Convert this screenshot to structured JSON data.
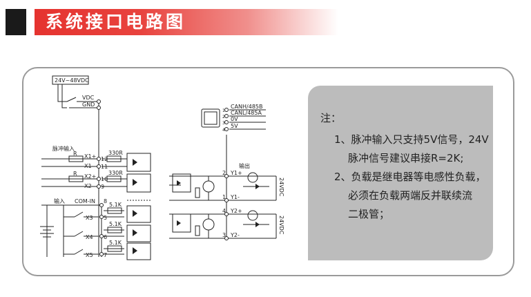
{
  "header": {
    "title": "系统接口电路图",
    "accent_color": "#e5332f"
  },
  "diagram": {
    "left": {
      "supply_label": "24V~48VDC",
      "vdc": "VDC",
      "gnd": "GND",
      "pulse_input_label": "脉冲输入",
      "x1p": "X1+",
      "x1m": "X1-",
      "x2p": "X2+",
      "x2m": "X2-",
      "r_label": "R",
      "r330": "330R",
      "input_label": "输入",
      "com_in": "COM-IN",
      "x3": "X3",
      "x4": "X4",
      "x5": "X5",
      "r51k": "5.1K",
      "pin12": "12",
      "pin11": "11",
      "pin10": "10",
      "pin9": "9",
      "pin8": "8",
      "pin5": "5",
      "pin6": "6",
      "pin7": "7"
    },
    "right": {
      "canh": "CANH/485B",
      "canl": "CANL/485A",
      "v0": "0V",
      "v5": "5V",
      "output_label": "输出",
      "y1p": "Y1+",
      "y1m": "Y1-",
      "y2p": "Y2+",
      "y2m": "Y2-",
      "vdc24": "24VDC",
      "p1": "1",
      "p2": "2",
      "p3": "3",
      "p4": "4"
    }
  },
  "notes": {
    "title": "注：",
    "line1": "1、脉冲输入只支持5V信号，24V",
    "line1b": "脉冲信号建议串接R=2K;",
    "line2": "2、负载是继电器等电感性负载，",
    "line2b": "必须在负载两端反并联续流",
    "line2c": "二极管；"
  }
}
